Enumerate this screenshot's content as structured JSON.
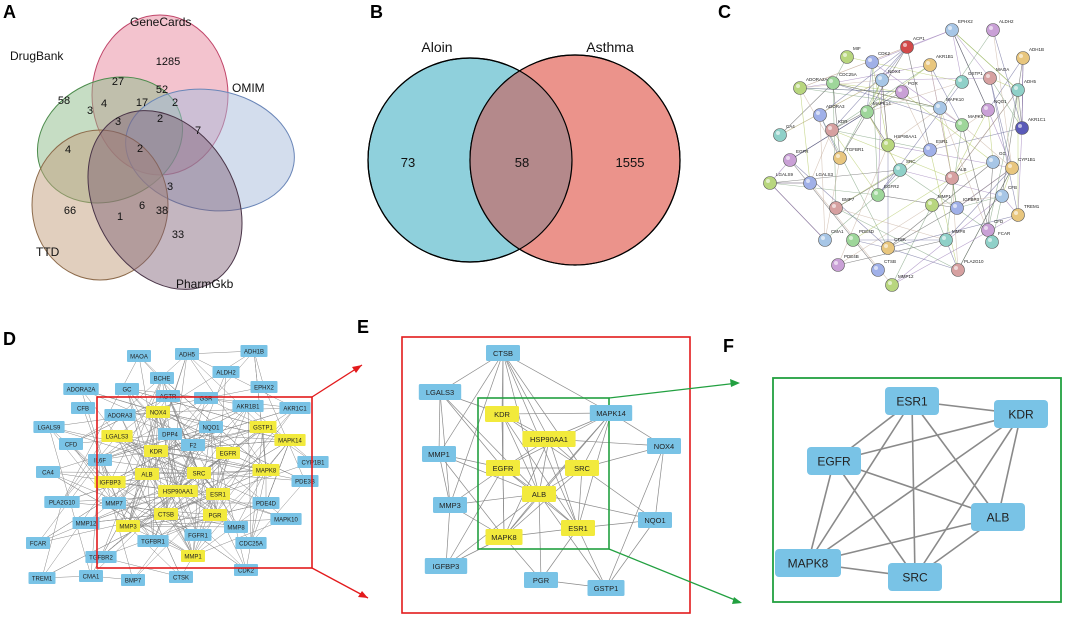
{
  "panels": {
    "A": "A",
    "B": "B",
    "C": "C",
    "D": "D",
    "E": "E",
    "F": "F"
  },
  "venn_a": {
    "sets": [
      "GeneCards",
      "DrugBank",
      "OMIM",
      "TTD",
      "PharmGkb"
    ],
    "colors": [
      "#e8879e",
      "#8dbb8a",
      "#a8bcdc",
      "#c4a07e",
      "#7c5e73"
    ],
    "numbers": [
      "1285",
      "58",
      "7",
      "66",
      "33",
      "27",
      "52",
      "2",
      "17",
      "3",
      "4",
      "3",
      "2",
      "2",
      "4",
      "3",
      "6",
      "38",
      "1"
    ]
  },
  "venn_b": {
    "left_label": "Aloin",
    "right_label": "Asthma",
    "left_only": "73",
    "overlap": "58",
    "right_only": "1555",
    "colors": {
      "left": "#8fd0dc",
      "right": "#eb938b",
      "overlap": "#b4898b"
    }
  },
  "network_c": {
    "nodes": [
      "ACP1",
      "EPHX2",
      "ALDH2",
      "ADH1B",
      "ADH5",
      "MAOA",
      "MIF",
      "CDK2",
      "CDC25A",
      "NOX4",
      "PGR",
      "AKR1B1",
      "GSTP1",
      "AKR1C1",
      "ADORA2A",
      "ADORA3",
      "MAPK14",
      "MAPK10",
      "NQO1",
      "CYP1B1",
      "CA4",
      "KDR",
      "HSP90AA1",
      "ESR1",
      "MAPK8",
      "GC",
      "EGFR",
      "TGFBR1",
      "SRC",
      "ALB",
      "LGALS9",
      "LGALS3",
      "EGFR2",
      "CFB",
      "CFD",
      "TREM1",
      "FCAR",
      "BMP7",
      "MMP1",
      "IGFBP3",
      "PDE4D",
      "CMA1",
      "PDE4B",
      "CTSK",
      "MMP8",
      "PLA2G10",
      "MMP12",
      "CTSB"
    ]
  },
  "network_d": {
    "blue_nodes": [
      "MAOA",
      "ADH5",
      "ADH1B",
      "BCHE",
      "ALDH2",
      "EPHX2",
      "ADORA2A",
      "GC",
      "AGTR",
      "GSR",
      "AKR1B1",
      "AKR1C1",
      "CFB",
      "ADORA3",
      "LGALS9",
      "CFD",
      "DPP4",
      "F2",
      "NQO1",
      "IL6F",
      "CYP1B1",
      "CA4",
      "PDE3B",
      "MMP7",
      "PLA2G10",
      "PDE4D",
      "MAPK10",
      "MMP12",
      "TGFBR1",
      "FGFR1",
      "MMP8",
      "CDC25A",
      "FCAR",
      "TGFBR2",
      "CDK2",
      "TREM1",
      "CMA1",
      "BMP7",
      "CTSK"
    ],
    "yellow_nodes": [
      "NOX4",
      "LGALS3",
      "KDR",
      "GSTP1",
      "MAPK14",
      "EGFR",
      "ALB",
      "SRC",
      "MAPK8",
      "IGFBP3",
      "HSP90AA1",
      "ESR1",
      "CTSB",
      "PGR",
      "MMP3",
      "MMP1"
    ]
  },
  "network_e": {
    "nodes": [
      "CTSB",
      "LGALS3",
      "KDR",
      "MAPK14",
      "HSP90AA1",
      "NOX4",
      "MMP1",
      "EGFR",
      "SRC",
      "ALB",
      "MMP3",
      "ESR1",
      "NQO1",
      "MAPK8",
      "IGFBP3",
      "PGR",
      "GSTP1"
    ]
  },
  "network_f": {
    "nodes": [
      "ESR1",
      "KDR",
      "EGFR",
      "ALB",
      "MAPK8",
      "SRC"
    ]
  },
  "colors": {
    "zoom_red": "#e31a1c",
    "zoom_green": "#22a040",
    "node_blue": "#79c3e6",
    "node_yellow": "#f2ea3c",
    "edge": "#8a8a8a"
  }
}
